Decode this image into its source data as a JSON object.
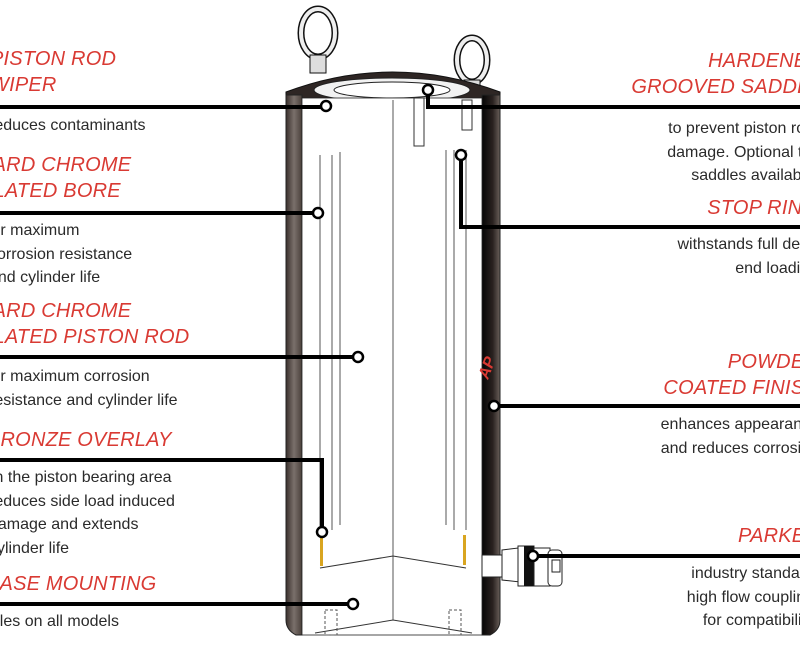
{
  "diagram": {
    "subject": "Hydraulic cylinder cutaway",
    "accent_color": "#d93a33",
    "text_color": "#2a2a2a",
    "logo_fragment": "AP"
  },
  "callouts_left": [
    {
      "id": "piston-rod-wiper",
      "title": [
        "PISTON ROD",
        "WIPER"
      ],
      "description": [
        "reduces contaminants"
      ]
    },
    {
      "id": "hard-chrome-bore",
      "title": [
        "HARD CHROME",
        "PLATED BORE"
      ],
      "description": [
        "for maximum",
        "corrosion resistance",
        "and cylinder life"
      ]
    },
    {
      "id": "hard-chrome-piston-rod",
      "title": [
        "HARD CHROME",
        "PLATED PISTON ROD"
      ],
      "description": [
        "for maximum corrosion",
        "resistance and cylinder life"
      ]
    },
    {
      "id": "bronze-overlay",
      "title": [
        "BRONZE OVERLAY"
      ],
      "description": [
        "in the piston bearing area",
        "reduces side load induced",
        "damage and extends",
        "cylinder life"
      ]
    },
    {
      "id": "base-mounting",
      "title": [
        "BASE MOUNTING"
      ],
      "description": [
        "holes on all models"
      ]
    }
  ],
  "callouts_right": [
    {
      "id": "hardened-grooved-saddle",
      "title": [
        "HARDENED",
        "GROOVED SADDLE"
      ],
      "description": [
        "to prevent piston rod",
        "damage. Optional tilt",
        "saddles available"
      ]
    },
    {
      "id": "stop-ring",
      "title": [
        "STOP RING"
      ],
      "description": [
        "withstands full dead",
        "end loading"
      ]
    },
    {
      "id": "powder-coated-finish",
      "title": [
        "POWDER",
        "COATED FINISH"
      ],
      "description": [
        "enhances appearance",
        "and reduces corrosion"
      ]
    },
    {
      "id": "parker",
      "title": [
        "PARKER"
      ],
      "description": [
        "industry standard",
        "high flow coupling",
        "for compatibility"
      ]
    }
  ]
}
